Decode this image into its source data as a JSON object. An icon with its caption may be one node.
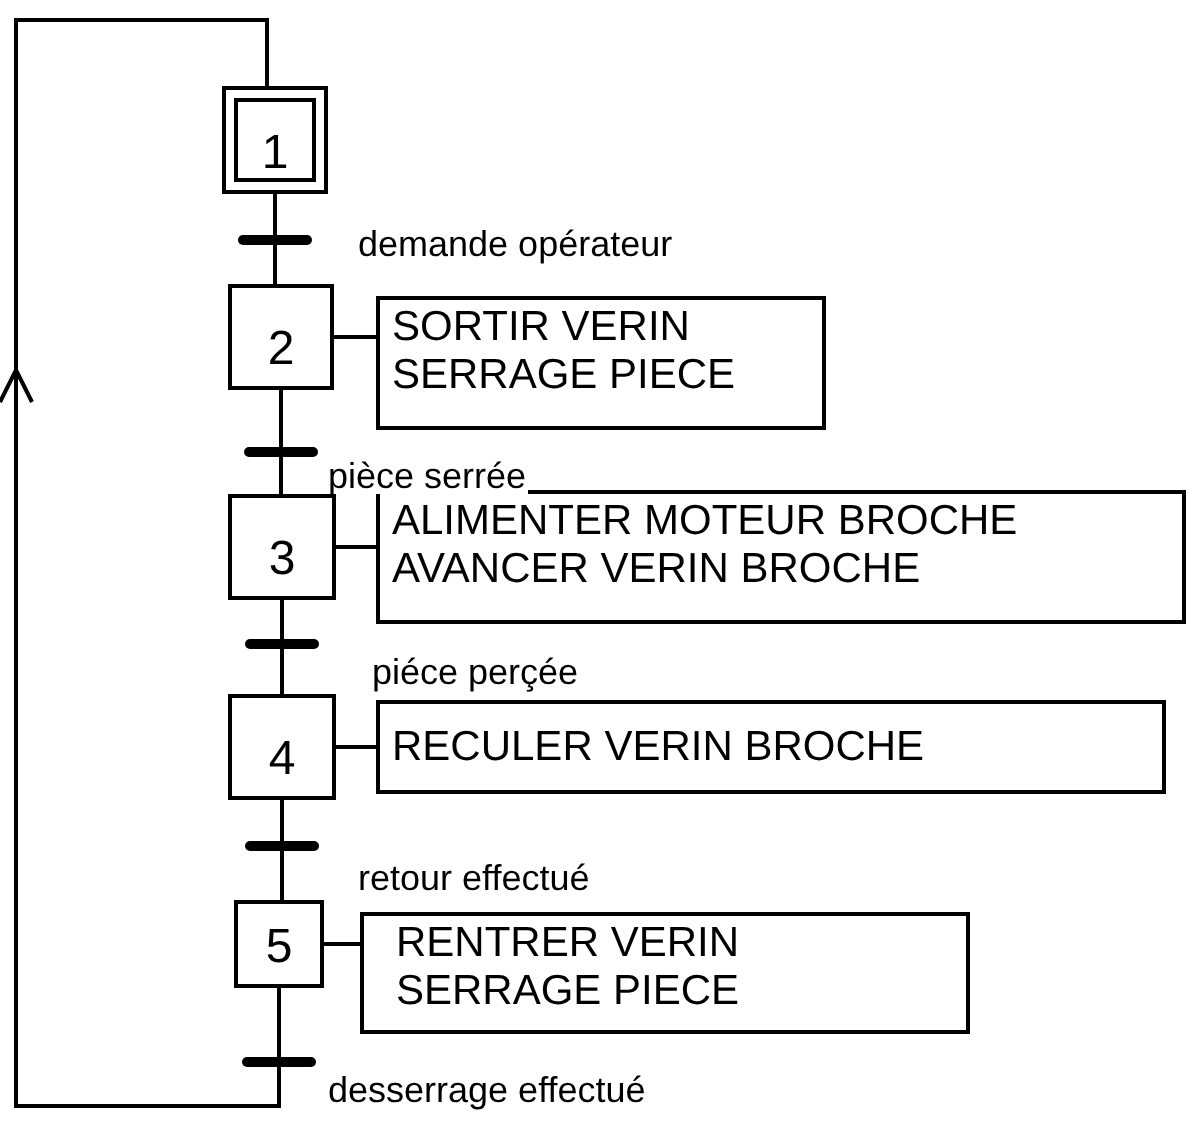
{
  "diagram": {
    "nodes": [
      {
        "text": [
          "1"
        ]
      },
      {
        "text": [
          "2"
        ]
      },
      {
        "text": [
          "3"
        ]
      },
      {
        "text": [
          "4"
        ]
      },
      {
        "text": [
          "5"
        ]
      },
      {
        "text": [
          "SORTIR VERIN SERRAGE PIECE"
        ]
      },
      {
        "text": [
          "ALIMENTER MOTEUR BROCHE AVANCER VERIN BROCHE"
        ]
      },
      {
        "text": [
          "RECULER VERIN BROCHE"
        ]
      },
      {
        "text": [
          "RENTRER VERIN SERRAGE PIECE"
        ]
      }
    ],
    "edges": [
      {
        "from": 0,
        "to": 1,
        "arrow": "none",
        "label": "demande opérateur"
      },
      {
        "from": 1,
        "to": 2,
        "arrow": "none",
        "label": "pièce serrée"
      },
      {
        "from": 2,
        "to": 3,
        "arrow": "none",
        "label": "piéce perçée"
      },
      {
        "from": 3,
        "to": 4,
        "arrow": "none",
        "label": "retour effectué"
      },
      {
        "from": 4,
        "to": 0,
        "arrow": "to",
        "label": "desserrage effectué"
      },
      {
        "from": 1,
        "to": 5,
        "arrow": "none"
      },
      {
        "from": 2,
        "to": 6,
        "arrow": "none"
      },
      {
        "from": 3,
        "to": 7,
        "arrow": "none"
      },
      {
        "from": 4,
        "to": 8,
        "arrow": "none"
      }
    ]
  }
}
